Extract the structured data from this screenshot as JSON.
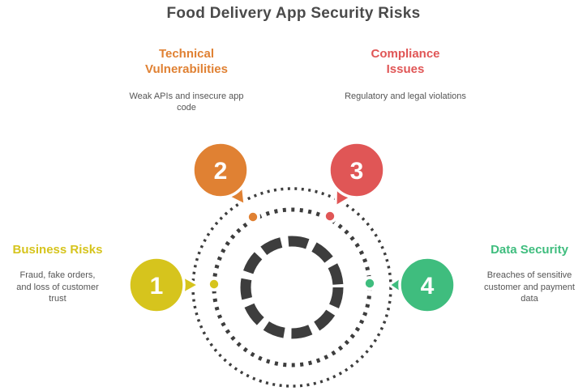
{
  "title": "Food Delivery App Security Risks",
  "colors": {
    "yellow": "#d6c41d",
    "orange": "#e08133",
    "red": "#e05656",
    "green": "#3fbd7e",
    "ring": "#3d3d3d",
    "title_text": "#4a4a4a",
    "desc_text": "#555555"
  },
  "items": [
    {
      "number": "1",
      "label": "Business Risks",
      "color": "#d6c41d",
      "description": "Fraud, fake orders, and loss of customer trust",
      "position": "left"
    },
    {
      "number": "2",
      "label": "Technical Vulnerabilities",
      "color": "#e08133",
      "description": "Weak APIs and insecure app code",
      "position": "top-left"
    },
    {
      "number": "3",
      "label": "Compliance Issues",
      "color": "#e05656",
      "description": "Regulatory and legal violations",
      "position": "top-right"
    },
    {
      "number": "4",
      "label": "Data Security",
      "color": "#3fbd7e",
      "description": "Breaches of sensitive customer and payment data",
      "position": "right"
    }
  ]
}
